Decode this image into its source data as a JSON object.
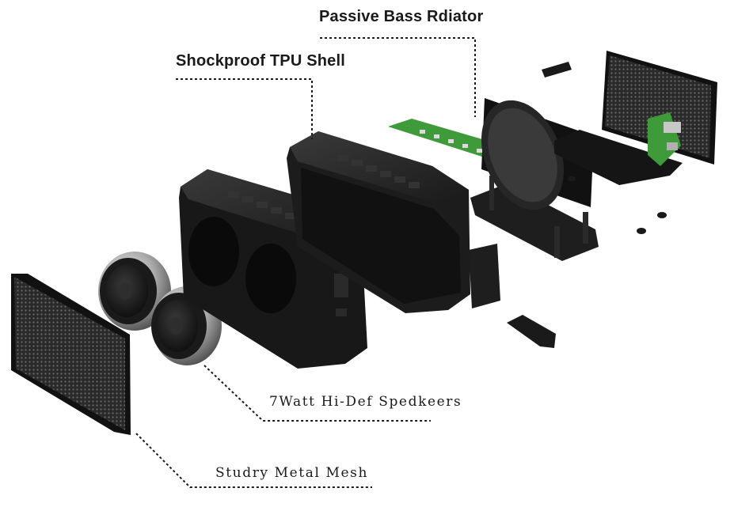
{
  "callouts": {
    "passive_bass_radiator": "Passive Bass Rdiator",
    "shockproof_shell": "Shockproof TPU Shell",
    "speakers": "7Watt Hi-Def Spedkeers",
    "metal_mesh": "Studry Metal Mesh"
  },
  "colors": {
    "background": "#ffffff",
    "leader_line": "#1a1a1a",
    "housing": "#1c1c1c",
    "circuit_board": "#3f9b3a",
    "speaker_ring": "#b8b8b8"
  }
}
